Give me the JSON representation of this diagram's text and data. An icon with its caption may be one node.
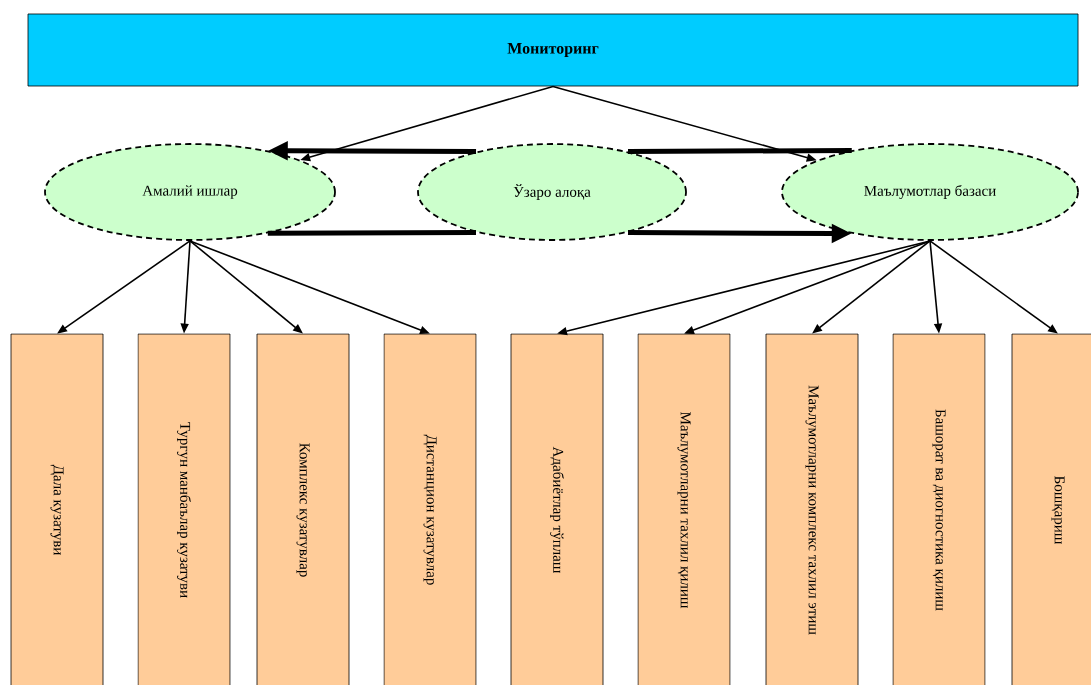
{
  "diagram": {
    "nodes": [
      {
        "text": [
          "Мониторинг"
        ]
      },
      {
        "text": [
          "Амалий ишлар"
        ]
      },
      {
        "text": [
          "Ўзаро алоқа"
        ]
      },
      {
        "text": [
          "Маълумотлар базаси"
        ]
      },
      {
        "text": [
          "Дала  кузатуви"
        ]
      },
      {
        "text": [
          "Тургун манбаълар кузатуви"
        ]
      },
      {
        "text": [
          "Комплекс  кузатувлар"
        ]
      },
      {
        "text": [
          "Дистанцион кузатувлар"
        ]
      },
      {
        "text": [
          "Адабиётлар тўплаш"
        ]
      },
      {
        "text": [
          "Маълумотларни тахлил қилиш"
        ]
      },
      {
        "text": [
          "Маълумотларни комплекс тахлил этиш"
        ]
      },
      {
        "text": [
          "Башорат ва диогностика қилиш"
        ]
      },
      {
        "text": [
          "Бошқариш"
        ]
      }
    ],
    "edges": [
      {
        "from": 0,
        "to": 1,
        "arrow": "to"
      },
      {
        "from": 0,
        "to": 3,
        "arrow": "to"
      },
      {
        "from": 2,
        "to": 1,
        "arrow": "to",
        "style": "thick"
      },
      {
        "from": 1,
        "to": 2,
        "arrow": "none",
        "style": "thick"
      },
      {
        "from": 2,
        "to": 3,
        "arrow": "none",
        "style": "thick"
      },
      {
        "from": 2,
        "to": 3,
        "arrow": "to",
        "style": "thick"
      },
      {
        "from": 1,
        "to": 4,
        "arrow": "to"
      },
      {
        "from": 1,
        "to": 5,
        "arrow": "to"
      },
      {
        "from": 1,
        "to": 6,
        "arrow": "to"
      },
      {
        "from": 1,
        "to": 7,
        "arrow": "to"
      },
      {
        "from": 3,
        "to": 8,
        "arrow": "to"
      },
      {
        "from": 3,
        "to": 9,
        "arrow": "to"
      },
      {
        "from": 3,
        "to": 10,
        "arrow": "to"
      },
      {
        "from": 3,
        "to": 11,
        "arrow": "to"
      },
      {
        "from": 3,
        "to": 12,
        "arrow": "to"
      }
    ]
  }
}
